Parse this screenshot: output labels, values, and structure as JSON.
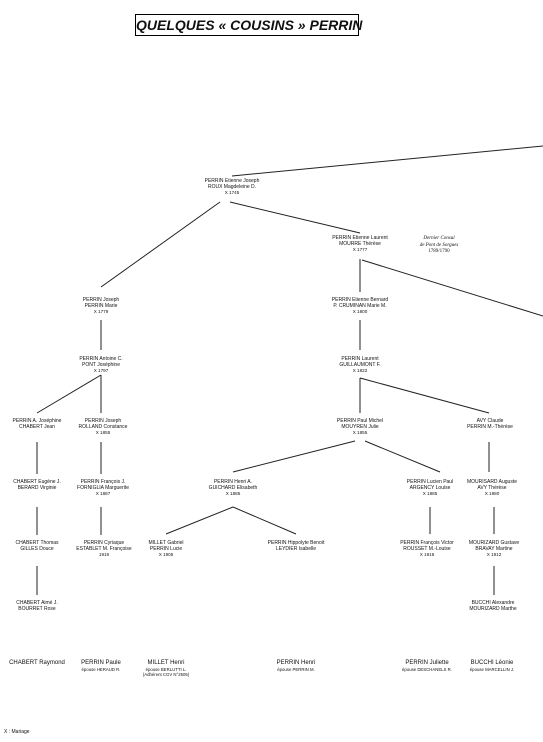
{
  "title": "QUELQUES « COUSINS » PERRIN",
  "annotation": {
    "line1": "Dernier Consul",
    "line2": "de Pont de Sorgues",
    "years": "1789/1790"
  },
  "legend": "X : Mariage",
  "nodes": {
    "n1": {
      "l1": "PERRIN Etienne Joseph",
      "l2": "ROUX Magdeleine D.",
      "m": "X 1745"
    },
    "n2": {
      "l1": "PERRIN Etienne Laurent",
      "l2": "MOURRE Thérèse",
      "m": "X 1777"
    },
    "n3": {
      "l1": "PERRIN Joseph",
      "l2": "PERRIN Marie",
      "m": "X 1779"
    },
    "n4": {
      "l1": "PERRIN Etienne Bernard",
      "l2": "P. CRUMINAN Marie M.",
      "m": "X 1800"
    },
    "n5": {
      "l1": "PERRIN Antoine C.",
      "l2": "PONT Joséphine",
      "m": "X 1797"
    },
    "n6": {
      "l1": "PERRIN Laurent",
      "l2": "GUILLAUMONT F.",
      "m": "X 1822"
    },
    "n7": {
      "l1": "PERRIN A. Joséphine",
      "l2": "CHABERT Jean",
      "m": ""
    },
    "n8": {
      "l1": "PERRIN Joseph",
      "l2": "ROLLAND Constance",
      "m": "X 1855"
    },
    "n9": {
      "l1": "PERRIN Paul Michel",
      "l2": "MOUYREN Julie",
      "m": "X 1855"
    },
    "n10": {
      "l1": "AVY Claude",
      "l2": "PERRIN M.-Thérèse",
      "m": ""
    },
    "n11": {
      "l1": "CHABERT Eugène J.",
      "l2": "BERARD Virginie",
      "m": ""
    },
    "n12": {
      "l1": "PERRIN François J.",
      "l2": "FORNIGLIA Marguerite",
      "m": "X 1887"
    },
    "n13": {
      "l1": "PERRIN Henri A.",
      "l2": "GUICHARD Elisabeth",
      "m": "X 1885"
    },
    "n14": {
      "l1": "PERRIN Lucien Paul",
      "l2": "ARGENCY Louise",
      "m": "X 1885"
    },
    "n15": {
      "l1": "MOURISARD Auguste",
      "l2": "AVY Thérèse",
      "m": "X 1880"
    },
    "n16": {
      "l1": "CHABERT Thomas",
      "l2": "GILLES Douce",
      "m": ""
    },
    "n17": {
      "l1": "PERRIN Cyriaque",
      "l2": "ESTABLET M. Françoise",
      "m": "1919"
    },
    "n18": {
      "l1": "MILLET Gabriel",
      "l2": "PERRIN Lucie",
      "m": "X 1905"
    },
    "n19": {
      "l1": "PERRIN Hippolyte Benoit",
      "l2": "LEYDIER Isabelle",
      "m": ""
    },
    "n20": {
      "l1": "PERRIN François Victor",
      "l2": "ROUSSET M.-Louise",
      "m": "X 1916"
    },
    "n21": {
      "l1": "MOURIZARD Gustave",
      "l2": "BRAVAY Martine",
      "m": "X 1912"
    },
    "n22": {
      "l1": "CHABERT Aimé J.",
      "l2": "BOURRET Rose",
      "m": ""
    },
    "n23": {
      "l1": "BUCCHI Alexandre",
      "l2": "MOURIZARD Marthe",
      "m": ""
    }
  },
  "leaves": {
    "c1": {
      "name": "CHABERT Raymond",
      "sp": "",
      "sp2": ""
    },
    "c2": {
      "name": "PERRIN Paule",
      "sp": "épouse HERAUD R.",
      "sp2": ""
    },
    "c3": {
      "name": "MILLET Henri",
      "sp": "épouse BERLUTTI L.",
      "sp2": "(Adhérent CGV N°2505)"
    },
    "c4": {
      "name": "PERRIN Henri",
      "sp": "épouse PERRIN M.",
      "sp2": ""
    },
    "c5": {
      "name": "PERRIN Juliette",
      "sp": "épouse DESCHANELS R.",
      "sp2": ""
    },
    "c6": {
      "name": "BUCCHI Léonie",
      "sp": "épouse MARCELLIN J.",
      "sp2": ""
    }
  }
}
